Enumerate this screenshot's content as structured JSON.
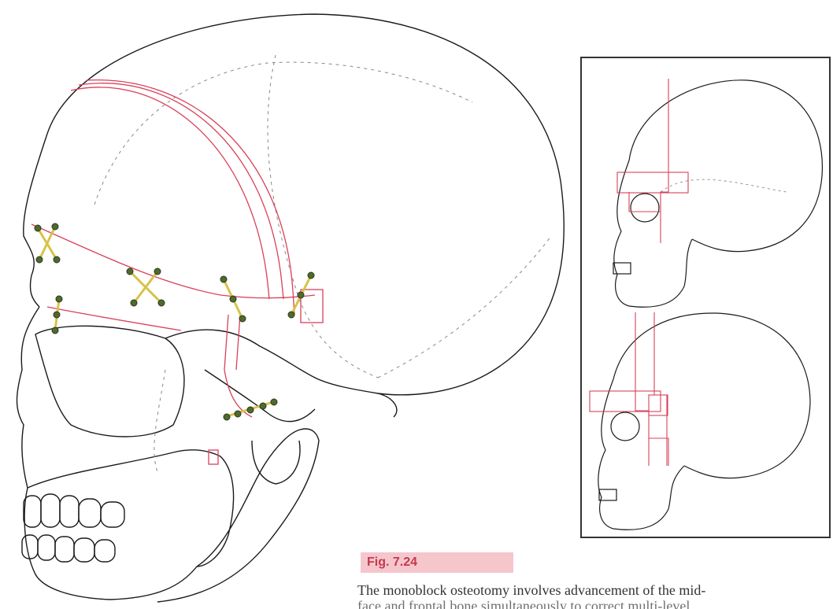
{
  "figure": {
    "label": "Fig. 7.24",
    "caption_line1": "The monoblock osteotomy involves advancement of the mid-",
    "caption_line2": "face and frontal bone simultaneously to correct multi-level"
  },
  "colors": {
    "outline": "#1a1a1a",
    "osteotomy_red": "#d9415a",
    "plate_gold": "#d8c24a",
    "screw_green": "#4f6a2e",
    "label_bg": "#f6c6cd",
    "label_text": "#c23b4c",
    "frame": "#333333"
  }
}
